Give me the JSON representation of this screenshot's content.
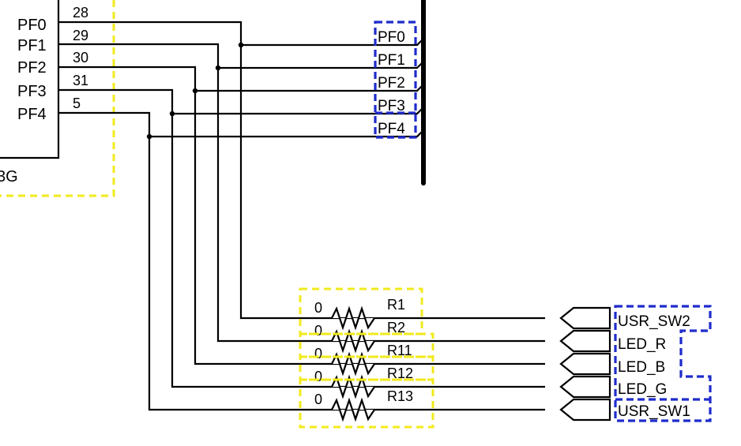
{
  "chip": {
    "pins": [
      {
        "name": "PF0",
        "number": "28"
      },
      {
        "name": "PF1",
        "number": "29"
      },
      {
        "name": "PF2",
        "number": "30"
      },
      {
        "name": "PF3",
        "number": "31"
      },
      {
        "name": "PF4",
        "number": "5"
      }
    ],
    "partial_label": "3G"
  },
  "bus_labels": [
    "PF0",
    "PF1",
    "PF2",
    "PF3",
    "PF4"
  ],
  "resistors": [
    {
      "name": "R1",
      "value": "0"
    },
    {
      "name": "R2",
      "value": "0"
    },
    {
      "name": "R11",
      "value": "0"
    },
    {
      "name": "R12",
      "value": "0"
    },
    {
      "name": "R13",
      "value": "0"
    }
  ],
  "net_labels": [
    "USR_SW2",
    "LED_R",
    "LED_B",
    "LED_G",
    "USR_SW1"
  ],
  "colors": {
    "highlight_yellow": "#f2ea1c",
    "highlight_blue": "#1f2ccc",
    "wire": "#000000"
  }
}
